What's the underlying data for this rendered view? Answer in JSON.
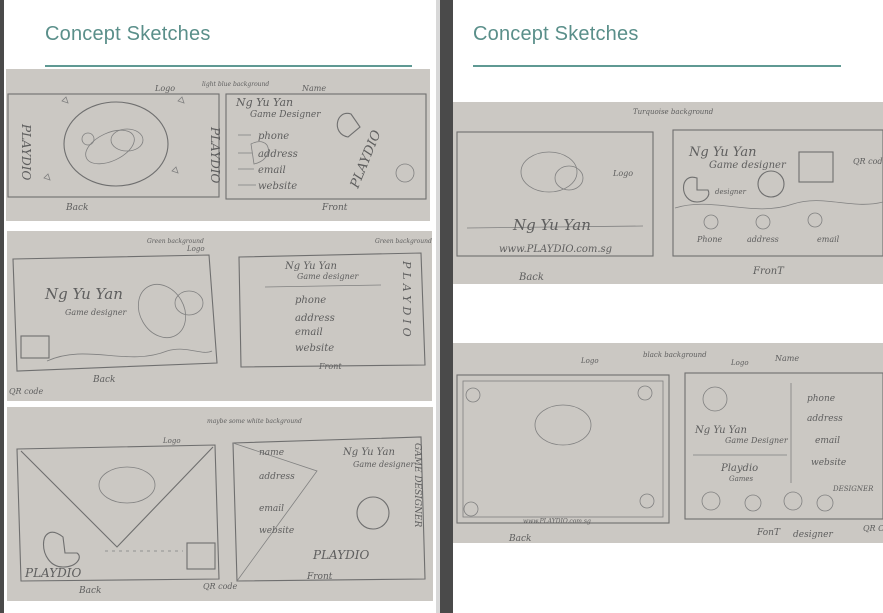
{
  "left_page": {
    "title": "Concept Sketches",
    "sketches": [
      {
        "caption_back": "Back",
        "caption_front": "Front",
        "notes": [
          "Logo",
          "light blue background",
          "Name"
        ],
        "logo_text": "PLAYDIO",
        "name": "Ng Yu Yan",
        "role": "Game Designer",
        "contacts": [
          "phone",
          "address",
          "email",
          "website"
        ]
      },
      {
        "caption_back": "Back",
        "caption_front": "Front",
        "notes": [
          "Green background",
          "Logo",
          "Green background"
        ],
        "name": "Ng Yu Yan",
        "role": "Game designer",
        "contacts": [
          "phone",
          "address",
          "email",
          "website"
        ],
        "vertical_text": "PLAYDIO",
        "qr": "QR code"
      },
      {
        "caption_back": "Back",
        "caption_front": "Front",
        "notes": [
          "Logo",
          "maybe some white background"
        ],
        "logo_text": "PLAYDIO",
        "name": "Ng Yu Yan",
        "role": "Game designer",
        "contacts": [
          "name",
          "address",
          "email",
          "website"
        ],
        "side_text": "GAME DESIGNER",
        "qr": "QR code"
      }
    ]
  },
  "right_page": {
    "title": "Concept Sketches",
    "sketches": [
      {
        "caption_back": "Back",
        "caption_front": "FronT",
        "notes": [
          "Turquoise background",
          "Logo",
          "QR code"
        ],
        "name": "Ng Yu Yan",
        "role": "Game designer",
        "url": "www.PLAYDIO.com.sg",
        "contacts": [
          "Phone",
          "address",
          "email"
        ],
        "bubble": "designer"
      },
      {
        "caption_back": "Back",
        "caption_front": "FonT",
        "notes": [
          "Logo",
          "black background",
          "Logo",
          "Name"
        ],
        "name": "Ng Yu Yan",
        "role": "Game Designer",
        "brand": "Playdio",
        "sub": "Games",
        "url": "www.PLAYDIO.com.sg",
        "contacts": [
          "phone",
          "address",
          "email",
          "website"
        ],
        "side_label": "DESIGNER",
        "bottom_label": "designer",
        "qr": "QR Co"
      }
    ]
  }
}
